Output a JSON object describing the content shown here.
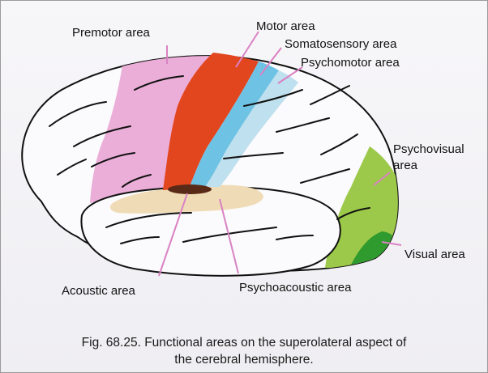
{
  "labels": {
    "premotor": "Premotor area",
    "motor": "Motor area",
    "somatosensory": "Somatosensory area",
    "psychomotor": "Psychomotor area",
    "psychovisual_line1": "Psychovisual",
    "psychovisual_line2": "area",
    "visual": "Visual area",
    "acoustic": "Acoustic area",
    "psychoacoustic": "Psychoacoustic area"
  },
  "caption": {
    "line1": "Fig. 68.25. Functional areas on the superolateral aspect of",
    "line2": "the cerebral hemisphere."
  },
  "colors": {
    "premotor": "#eaaed8",
    "motor": "#e2461f",
    "somatosensory": "#6ec2e4",
    "psychomotor": "#bfe0ee",
    "psychovisual": "#9cc94a",
    "visual": "#2f9a2e",
    "acoustic": "#5a2a18",
    "psychoacoustic": "#efdcb6",
    "pointer": "#d982c4"
  }
}
